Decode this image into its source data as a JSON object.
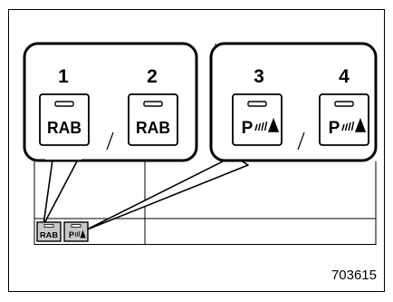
{
  "callouts": {
    "left": {
      "items": [
        {
          "number": "1",
          "label": "RAB"
        },
        {
          "number": "2",
          "label": "RAB"
        }
      ]
    },
    "right": {
      "items": [
        {
          "number": "3",
          "label": "P"
        },
        {
          "number": "4",
          "label": "P"
        }
      ]
    }
  },
  "dashboard": {
    "small_buttons": [
      {
        "label": "RAB"
      },
      {
        "label": "P"
      }
    ]
  },
  "reference_number": "703615",
  "icons": {
    "rab_button": "rear-assist-brake-button-icon",
    "park_button": "parking-sensor-button-icon",
    "park_symbol": "parking-sensor-waves-icon"
  },
  "colors": {
    "frame": "#000000",
    "background": "#ffffff",
    "button_face": "#ffffff",
    "small_button_fill": "#c8c8c8"
  }
}
